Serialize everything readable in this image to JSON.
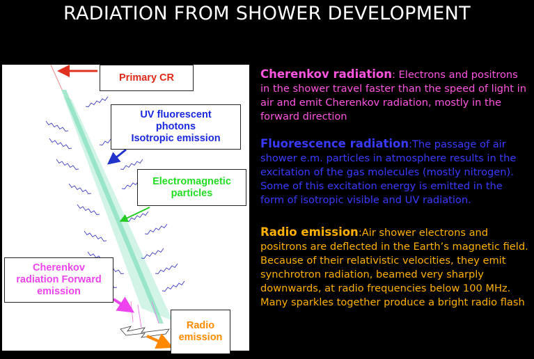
{
  "title": "RADIATION FROM SHOWER DEVELOPMENT",
  "diagram": {
    "primary": "Primary CR",
    "uv": [
      "UV fluorescent",
      "photons",
      "Isotropic emission"
    ],
    "em": [
      "Electromagnetic",
      "particles"
    ],
    "cherenkov": [
      "Cherenkov",
      "radiation Forward",
      "emission"
    ],
    "radio": [
      "Radio",
      "emission"
    ]
  },
  "paragraphs": [
    {
      "heading": "Cherenkov radiation",
      "body": ": Electrons and positrons in the shower travel faster than the speed of light in air and emit Cherenkov radiation, mostly in the forward direction",
      "color": "#ff55e0"
    },
    {
      "heading": "Fluorescence radiation",
      "body": ":The passage of air shower e.m. particles in atmosphere results in the excitation of the gas molecules (mostly nitrogen). Some of this excitation energy is emitted in the form of isotropic visible and UV radiation.",
      "color": "#3a3aff"
    },
    {
      "heading": "Radio emission",
      "body": ":Air shower electrons and positrons are deflected in the Earth’s magnetic field. Because of their relativistic velocities, they emit synchrotron radiation, beamed very sharply downwards, at radio frequencies below 100 MHz. Many sparkles together produce a bright radio flash",
      "color": "#ffb000"
    }
  ]
}
